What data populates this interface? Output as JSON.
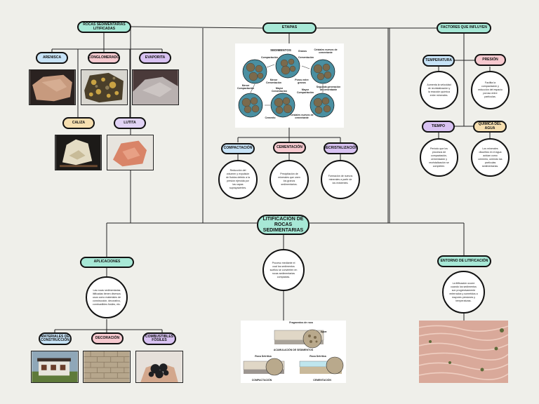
{
  "central": {
    "title": "LITIFICACIÓN DE ROCAS SEDIMENTARIAS"
  },
  "rocas": {
    "title": "ROCAS SEDIMENTARIAS LITIFICADAS",
    "items": [
      "ARENISCA",
      "CONGLOMERADO",
      "EVAPORITA",
      "CALIZA",
      "LUTITA"
    ]
  },
  "etapas": {
    "title": "ETAPAS",
    "figure": {
      "heading": "SEDIMENTOS",
      "labels": [
        "Granos",
        "Cristales nuevos de cementante",
        "Compactación",
        "Cementación",
        "Menor Compactación",
        "Menor Cementación",
        "Poros entre granos",
        "Mayor Compactación",
        "Mayor Cementación",
        "Cemento",
        "Segunda generación de cementante",
        "Cristales nuevos de cementante"
      ]
    },
    "steps": [
      {
        "label": "COMPACTACIÓN",
        "desc": "Reducción del volumen y expulsión de fluidos debido a la presión ejercida por las capas suprayacentes."
      },
      {
        "label": "CEMENTACIÓN",
        "desc": "Precipitación de minerales que unen los granos sedimentarios."
      },
      {
        "label": "RECRISTALIZACIÓN",
        "desc": "Formación de nuevos minerales a partir de los existentes."
      }
    ]
  },
  "factores": {
    "title": "FACTORES QUE INFLUYEN",
    "items": [
      {
        "label": "TEMPERATURA",
        "desc": "Aumenta la velocidad de recristalización y la reacción química entre minerales."
      },
      {
        "label": "PRESIÓN",
        "desc": "Facilita la compactación y reducción del espacio poroso entre partículas."
      },
      {
        "label": "TIEMPO",
        "desc": "Periodo que los procesos de compactación, cementación y recristalización se completen."
      },
      {
        "label": "QUÍMICA DEL AGUA",
        "desc": "Los minerales disueltos en el agua actúan como cemento, uniendo las partículas sedimentarias."
      }
    ]
  },
  "aplicaciones": {
    "title": "APLICACIONES",
    "desc": "Las rocas sedimentarias litificadas tienen diversos usos como materiales de construcción, decorativo, combustibles fósiles, etc.",
    "items": [
      "MATERIALES DE CONSTRUCCIÓN",
      "DECORACIÓN",
      "COMBUSTIBLES FÓSILES"
    ]
  },
  "proceso": {
    "desc": "Proceso mediante el cual los sedimentos sueltos se convierten en rocas sedimentarias compactas.",
    "figure_labels": [
      "Fragmentos de roca",
      "Agua",
      "ACUMULACIÓN DE SEDIMENTOS",
      "Roca Detrítica",
      "Roca Detrítica",
      "COMPACTACIÓN",
      "CEMENTACIÓN"
    ]
  },
  "entorno": {
    "title": "ENTORNO DE LITIFICACIÓN",
    "desc": "La litificación ocurre cuando los sedimentos son progresivamente enterrados y sometidos a mayores presiones y temperaturas."
  },
  "colors": {
    "teal": "#a7e8d6",
    "blue": "#c7e3f7",
    "pink": "#f6c9cf",
    "purple": "#d8c2f2",
    "yellow": "#f6dfb0",
    "background": "#efefea"
  }
}
